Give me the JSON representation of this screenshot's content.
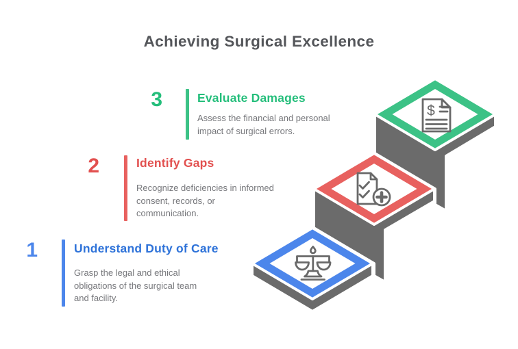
{
  "title": "Achieving Surgical Excellence",
  "colors": {
    "title_text": "#54565A",
    "body_text": "#76777B",
    "stair_gray": "#6B6B6B",
    "icon_gray": "#696969",
    "green": "#24BE7B",
    "green_light": "#3CC286",
    "red": "#E2504F",
    "red_light": "#E8615F",
    "blue": "#2F73D9",
    "blue_light": "#4C86EB"
  },
  "steps": [
    {
      "number": "1",
      "heading": "Understand Duty of Care",
      "desc_lines": [
        "Grasp the legal and ethical",
        "obligations of the surgical team",
        "and facility."
      ],
      "icon": "balance-scale"
    },
    {
      "number": "2",
      "heading": "Identify Gaps",
      "desc_lines": [
        "Recognize deficiencies in informed",
        "consent, records, or",
        "communication."
      ],
      "icon": "document-checklist-plus"
    },
    {
      "number": "3",
      "heading": "Evaluate Damages",
      "desc_lines": [
        "Assess the financial and personal",
        "impact of surgical errors."
      ],
      "icon": "invoice-dollar"
    }
  ],
  "icon_glyphs": {
    "dollar": "$"
  }
}
